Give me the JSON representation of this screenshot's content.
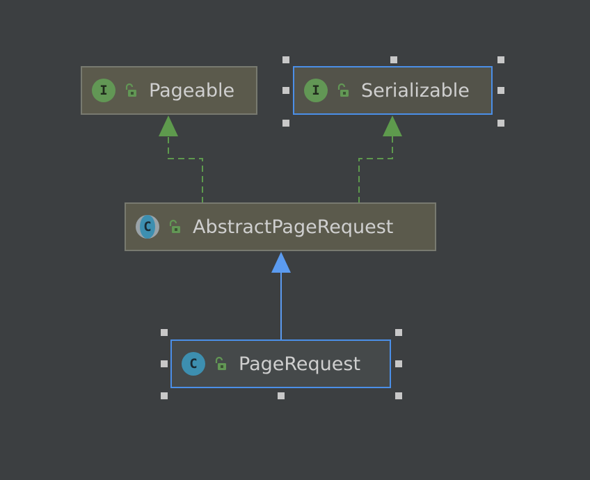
{
  "diagram": {
    "nodes": [
      {
        "id": "pageable",
        "label": "Pageable",
        "badge": "I",
        "kind": "interface"
      },
      {
        "id": "serializable",
        "label": "Serializable",
        "badge": "I",
        "kind": "interface"
      },
      {
        "id": "abstract_page_request",
        "label": "AbstractPageRequest",
        "badge": "C",
        "kind": "abstract class"
      },
      {
        "id": "page_request",
        "label": "PageRequest",
        "badge": "C",
        "kind": "class"
      }
    ],
    "edges": [
      {
        "from": "abstract_page_request",
        "to": "pageable",
        "relation": "implements"
      },
      {
        "from": "abstract_page_request",
        "to": "serializable",
        "relation": "implements"
      },
      {
        "from": "page_request",
        "to": "abstract_page_request",
        "relation": "extends"
      }
    ],
    "selected": [
      "serializable",
      "page_request"
    ]
  },
  "colors": {
    "background": "#3c3f41",
    "implements_edge": "#5e9a4d",
    "extends_edge": "#5b9bf0",
    "selection_border": "#4b8fe8",
    "interface_badge": "#629755",
    "class_badge": "#3d8fb0"
  },
  "icons": {
    "interface_badge": "interface-badge-icon",
    "class_badge": "class-badge-icon",
    "abstract_class_badge": "abstract-class-badge-icon",
    "visibility": "unlocked-padlock-icon"
  }
}
